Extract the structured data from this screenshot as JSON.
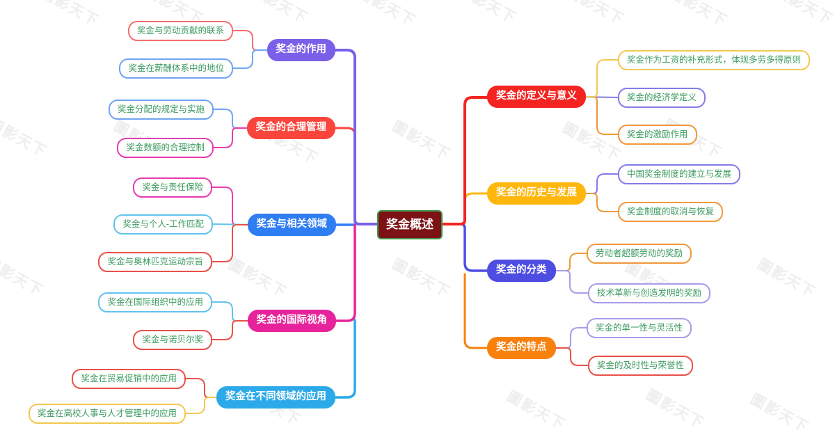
{
  "root": {
    "label": "奖金概述"
  },
  "branches": [
    {
      "id": "definition",
      "label": "奖金的定义与意义",
      "children": [
        "奖金作为工资的补充形式，体现多劳多得原则",
        "奖金的经济学定义",
        "奖金的激励作用"
      ]
    },
    {
      "id": "history",
      "label": "奖金的历史与发展",
      "children": [
        "中国奖金制度的建立与发展",
        "奖金制度的取消与恢复"
      ]
    },
    {
      "id": "classification",
      "label": "奖金的分类",
      "children": [
        "劳动者超额劳动的奖励",
        "技术革新与创造发明的奖励"
      ]
    },
    {
      "id": "features",
      "label": "奖金的特点",
      "children": [
        "奖金的单一性与灵活性",
        "奖金的及时性与荣誉性"
      ]
    },
    {
      "id": "role",
      "label": "奖金的作用",
      "children": [
        "奖金与劳动贡献的联系",
        "奖金在薪酬体系中的地位"
      ]
    },
    {
      "id": "management",
      "label": "奖金的合理管理",
      "children": [
        "奖金分配的规定与实施",
        "奖金数额的合理控制"
      ]
    },
    {
      "id": "related-fields",
      "label": "奖金与相关领域",
      "children": [
        "奖金与责任保险",
        "奖金与个人-工作匹配",
        "奖金与奥林匹克运动宗旨"
      ]
    },
    {
      "id": "international",
      "label": "奖金的国际视角",
      "children": [
        "奖金在国际组织中的应用",
        "奖金与诺贝尔奖"
      ]
    },
    {
      "id": "applications",
      "label": "奖金在不同领域的应用",
      "children": [
        "奖金在贸易促销中的应用",
        "奖金在高校人事与人才管理中的应用"
      ]
    }
  ],
  "watermark": {
    "text": "圖影天下"
  },
  "palette": {
    "root_bg": "#7D1216",
    "root_border": "#3F9647",
    "root_text": "#FFFFFF",
    "child_text_color": "#3C9A5F",
    "branch_colors": {
      "definition": "#F42421",
      "history": "#FFB60D",
      "classification": "#4D4DE2",
      "features": "#F8800D",
      "role": "#7A60E8",
      "management": "#FA453C",
      "related-fields": "#2F7DF2",
      "international": "#E6239A",
      "applications": "#2BA9E8"
    },
    "watermark_color": "rgba(40,40,40,0.08)"
  }
}
